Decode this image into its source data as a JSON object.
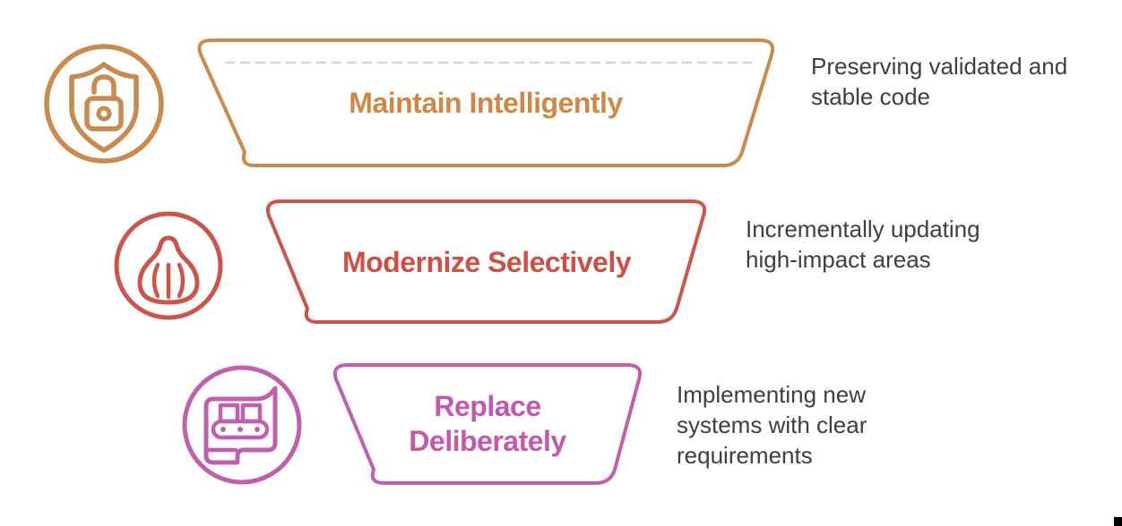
{
  "diagram": {
    "type": "funnel",
    "background": "#FFFFFF",
    "description_text_color": "#3C4043",
    "corner_marker_color": "#000000",
    "rows": [
      {
        "title": "Maintain Intelligently",
        "description": "Preserving validated and\nstable code",
        "accent_color": "#C98A4E",
        "title_color": "#CE8843",
        "icon": "shield-lock-icon"
      },
      {
        "title": "Modernize Selectively",
        "description": "Incrementally updating\nhigh-impact areas",
        "accent_color": "#CC544B",
        "title_color": "#CD4F46",
        "icon": "onion-layers-icon"
      },
      {
        "title": "Replace\nDeliberately",
        "description": "Implementing new\nsystems with clear\nrequirements",
        "accent_color": "#C25FAC",
        "title_color": "#C558AC",
        "icon": "conveyor-belt-icon"
      }
    ]
  }
}
